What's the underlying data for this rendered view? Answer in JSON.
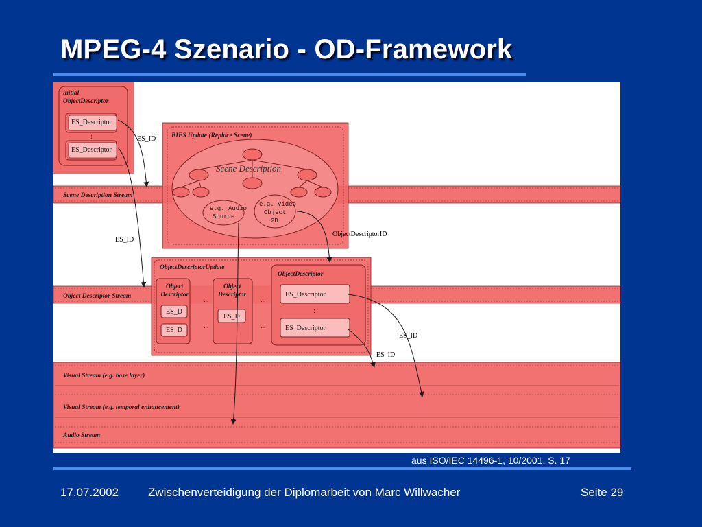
{
  "slide": {
    "title": "MPEG-4 Szenario - OD-Framework",
    "source_note": "aus ISO/IEC 14496-1, 10/2001, S. 17"
  },
  "footer": {
    "date": "17.07.2002",
    "text": "Zwischenverteidigung der Diplomarbeit von Marc Willwacher",
    "page": "Seite 29"
  },
  "diagram": {
    "initial_od": {
      "line1": "initial",
      "line2": "ObjectDescriptor",
      "es_1": "ES_Descriptor",
      "dots": ":",
      "es_2": "ES_Descriptor"
    },
    "bifs_update": {
      "label": "BIFS Update (Replace Scene)",
      "scene": "Scene Description",
      "audio": {
        "line1": "e.g. Audio",
        "line2": "Source"
      },
      "video": {
        "line1": "e.g. Video",
        "line2": "Object",
        "line3": "2D"
      }
    },
    "od_update": {
      "label": "ObjectDescriptorUpdate",
      "od_a": {
        "line1": "Object",
        "line2": "Descriptor",
        "es_1": "ES_D",
        "es_2": "ES_D"
      },
      "od_b": {
        "line1": "Object",
        "line2": "Descriptor",
        "es": "ES_D"
      },
      "ellipsis": "...",
      "od_main": {
        "label": "ObjectDescriptor",
        "es_1": "ES_Descriptor",
        "dots": ":",
        "es_2": "ES_Descriptor"
      }
    },
    "streams": {
      "scene": "Scene Description Stream",
      "od": "Object Descriptor Stream",
      "visual_base": "Visual Stream (e.g. base layer)",
      "visual_temporal": "Visual Stream (e.g. temporal enhancement)",
      "audio": "Audio Stream"
    },
    "links": {
      "es_id_1": "ES_ID",
      "es_id_2": "ES_ID",
      "od_id": "ObjectDescriptorID",
      "es_id_3": "ES_ID",
      "es_id_4": "ES_ID"
    },
    "colors": {
      "fill": "#f26b6b",
      "fill_stream": "#f27272",
      "border": "#7a2020"
    }
  }
}
